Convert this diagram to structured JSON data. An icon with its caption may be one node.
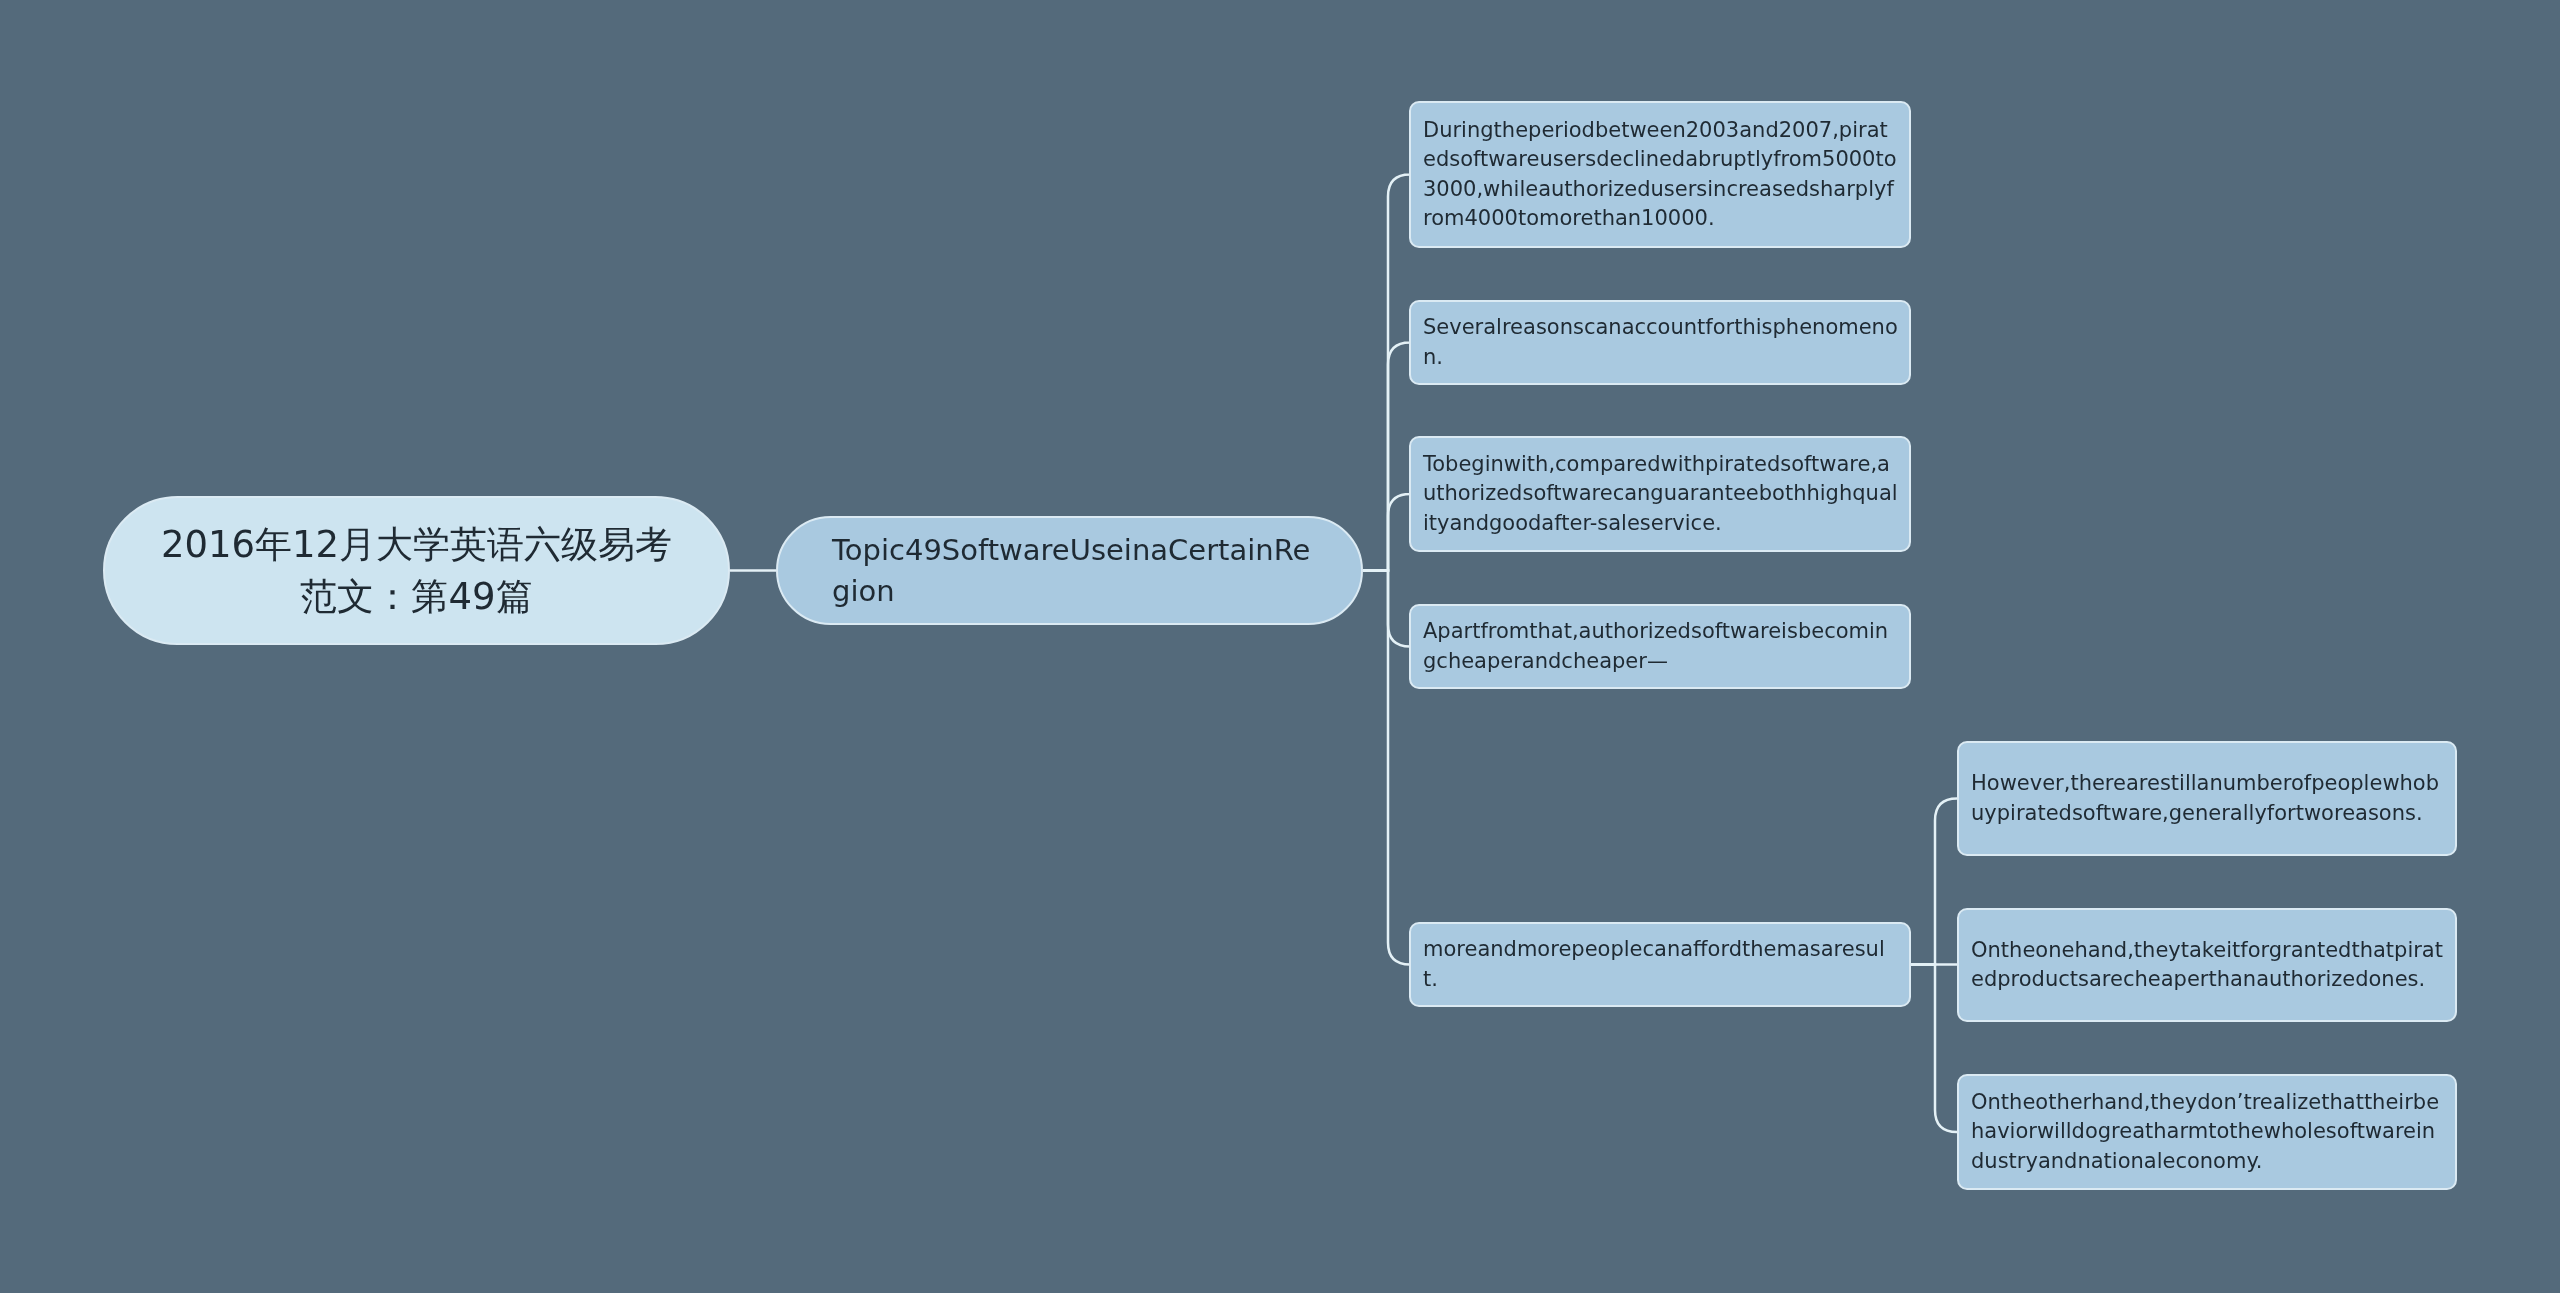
{
  "diagram": {
    "nodes": [
      {
        "text": [
          "2016年12月大学英语六级易考范文：第49篇"
        ]
      },
      {
        "text": [
          "Topic49SoftwareUseinaCertainRegion"
        ]
      },
      {
        "text": [
          "Duringtheperiodbetween2003and2007,piratedsoftwareusersdeclinedabruptlyfrom5000to3000,whileauthorizedusersincreasedsharplyfrom4000tomorethan10000."
        ]
      },
      {
        "text": [
          "Severalreasonscanaccountforthisphenomenon."
        ]
      },
      {
        "text": [
          "Tobeginwith,comparedwithpiratedsoftware,authorizedsoftwarecanguaranteebothhighqualityandgoodafter-saleservice."
        ]
      },
      {
        "text": [
          "Apartfromthat,authorizedsoftwareisbecomingcheaperandcheaper—"
        ]
      },
      {
        "text": [
          "moreandmorepeoplecanaffordthemasaresult."
        ]
      },
      {
        "text": [
          "However,therearestillanumberofpeoplewhobuypiratedsoftware,generallyfortworeasons."
        ]
      },
      {
        "text": [
          "Ontheonehand,theytakeitforgrantedthatpiratedproductsarecheaperthanauthorizedones."
        ]
      },
      {
        "text": [
          "Ontheotherhand,theydon’trealizethattheirbehaviorwilldogreatharmtothewholesoftwareindustryandnationaleconomy."
        ]
      }
    ],
    "edges": [
      {
        "from": 0,
        "to": 1,
        "arrow": "none"
      },
      {
        "from": 1,
        "to": 2,
        "arrow": "none"
      },
      {
        "from": 1,
        "to": 3,
        "arrow": "none"
      },
      {
        "from": 1,
        "to": 4,
        "arrow": "none"
      },
      {
        "from": 1,
        "to": 5,
        "arrow": "none"
      },
      {
        "from": 1,
        "to": 6,
        "arrow": "none"
      },
      {
        "from": 6,
        "to": 7,
        "arrow": "none"
      },
      {
        "from": 6,
        "to": 8,
        "arrow": "none"
      },
      {
        "from": 6,
        "to": 9,
        "arrow": "none"
      }
    ]
  }
}
